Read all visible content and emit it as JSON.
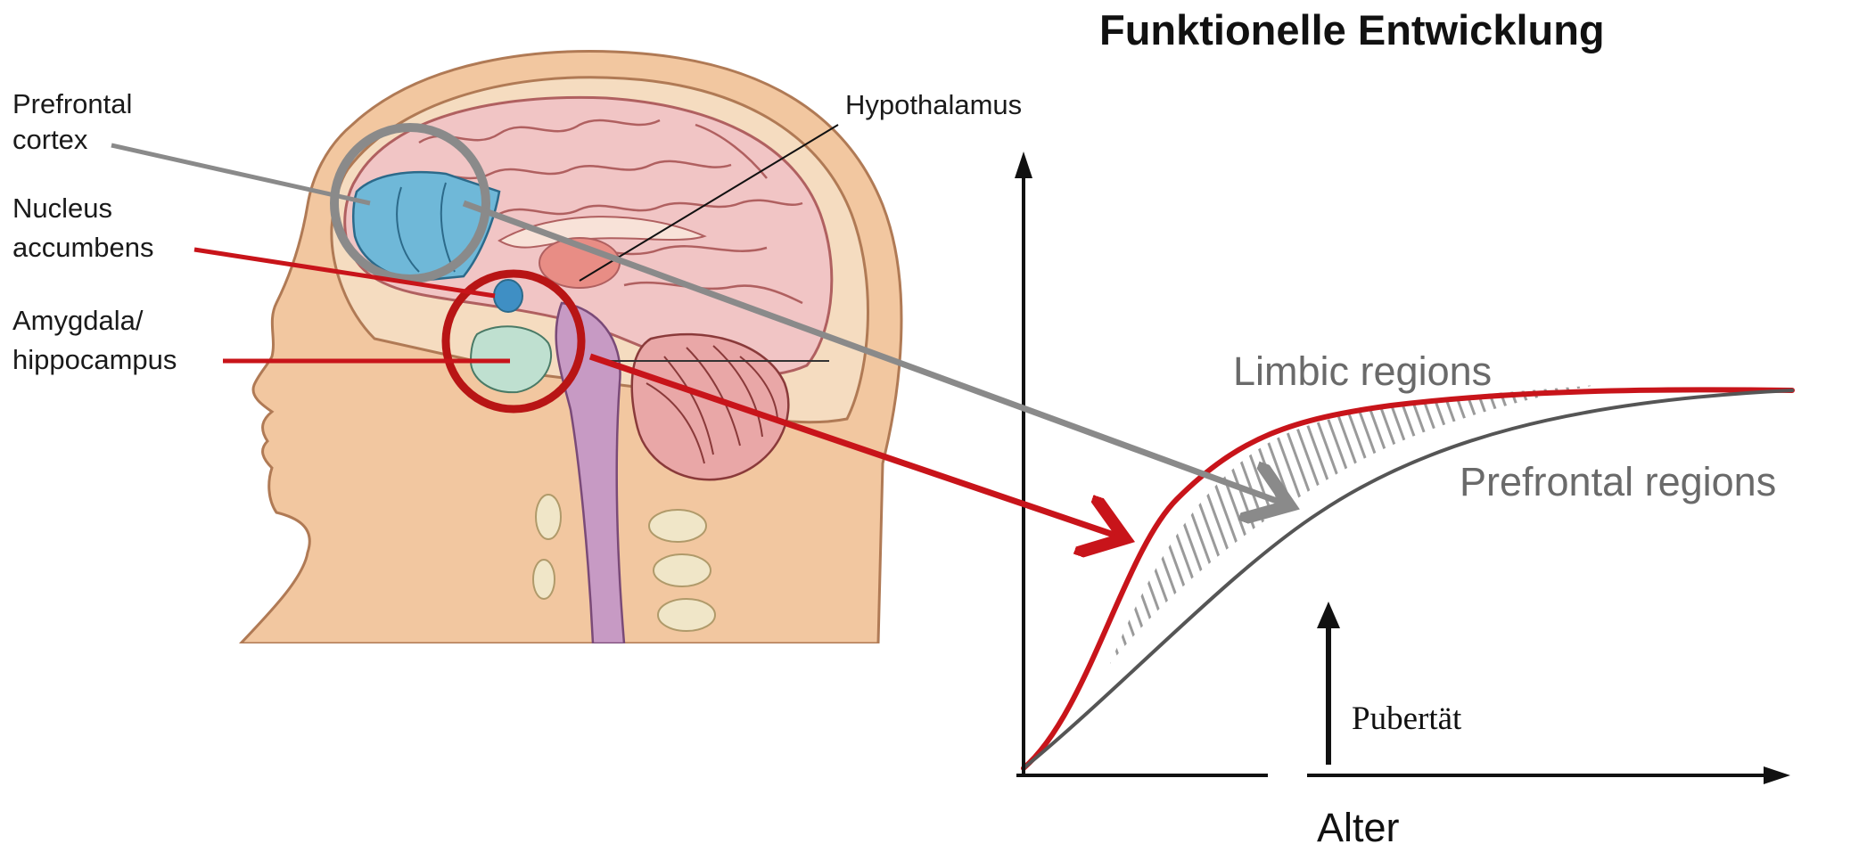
{
  "title": "Funktionelle Entwicklung",
  "labels": {
    "prefrontal_cortex": [
      "Prefrontal",
      "cortex"
    ],
    "nucleus_accumbens": [
      "Nucleus",
      "accumbens"
    ],
    "amygdala_hippocampus": [
      "Amygdala/",
      "hippocampus"
    ],
    "hypothalamus": "Hypothalamus"
  },
  "chart": {
    "series": [
      {
        "name": "Limbic regions",
        "color": "#c8141a"
      },
      {
        "name": "Prefrontal regions",
        "color": "#555555"
      }
    ],
    "xlabel": "Alter",
    "marker_label": "Pubertät"
  },
  "colors": {
    "skin": "#f2c7a0",
    "skull": "#f5dcc0",
    "brain": "#f1c5c5",
    "prefrontal_highlight": "#6fb8d8",
    "limbic_circle": "#b81515",
    "prefrontal_circle": "#8a8a8a"
  }
}
